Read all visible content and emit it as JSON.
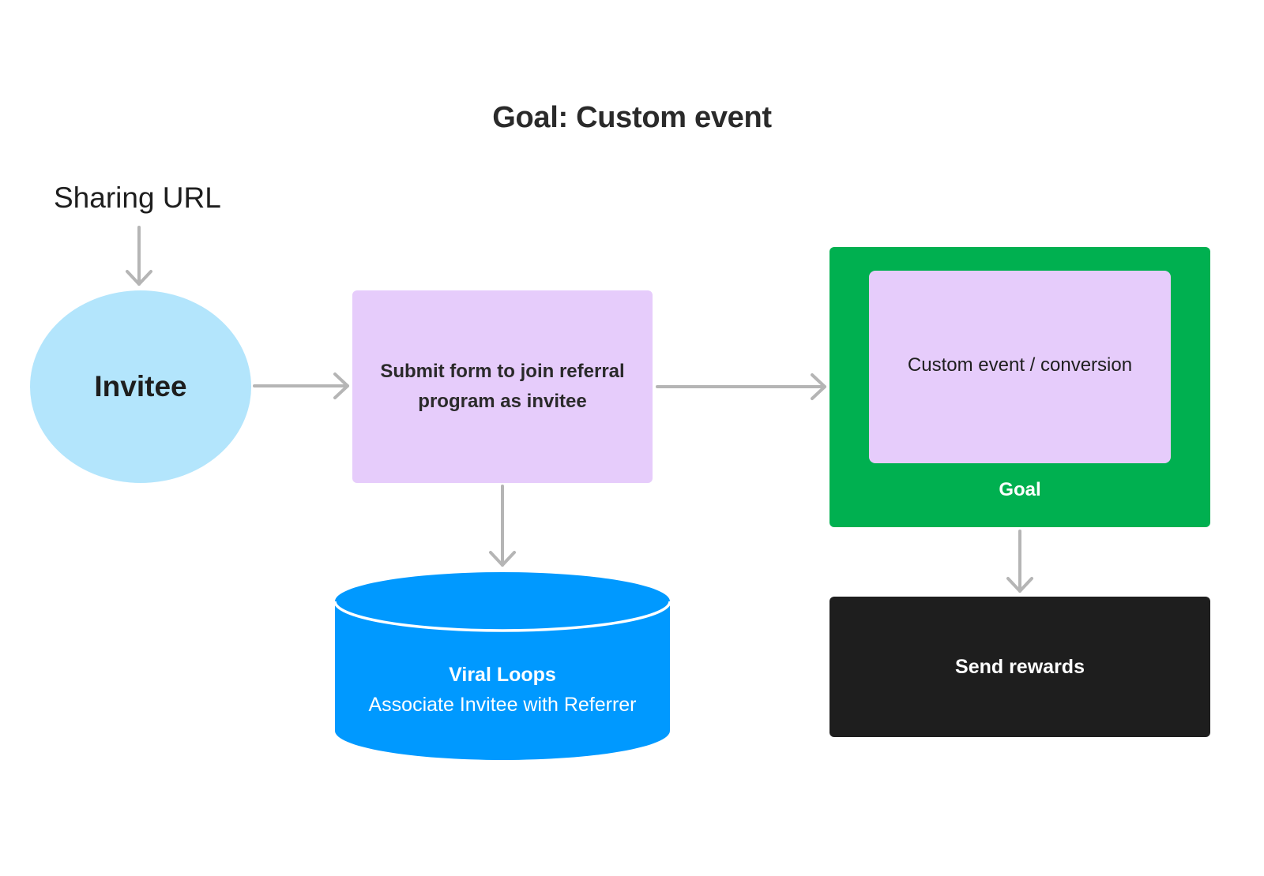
{
  "diagram": {
    "title": "Goal: Custom event",
    "sharing_url_label": "Sharing URL",
    "nodes": {
      "invitee": {
        "label": "Invitee",
        "color": "#b3e5fc"
      },
      "submit_form": {
        "label": "Submit form to join referral program as invitee",
        "color": "#e6ccfb"
      },
      "custom_event": {
        "label": "Custom event / conversion",
        "color": "#e6ccfb"
      },
      "goal": {
        "label": "Goal",
        "color": "#00b050"
      },
      "database": {
        "title": "Viral Loops",
        "subtitle": "Associate Invitee with Referrer",
        "color": "#0099ff"
      },
      "send_rewards": {
        "label": "Send rewards",
        "color": "#1e1e1e"
      }
    },
    "edges": [
      {
        "from": "sharing_url",
        "to": "invitee"
      },
      {
        "from": "invitee",
        "to": "submit_form"
      },
      {
        "from": "submit_form",
        "to": "goal"
      },
      {
        "from": "submit_form",
        "to": "database"
      },
      {
        "from": "goal",
        "to": "send_rewards"
      }
    ],
    "arrow_color": "#b5b5b5"
  }
}
